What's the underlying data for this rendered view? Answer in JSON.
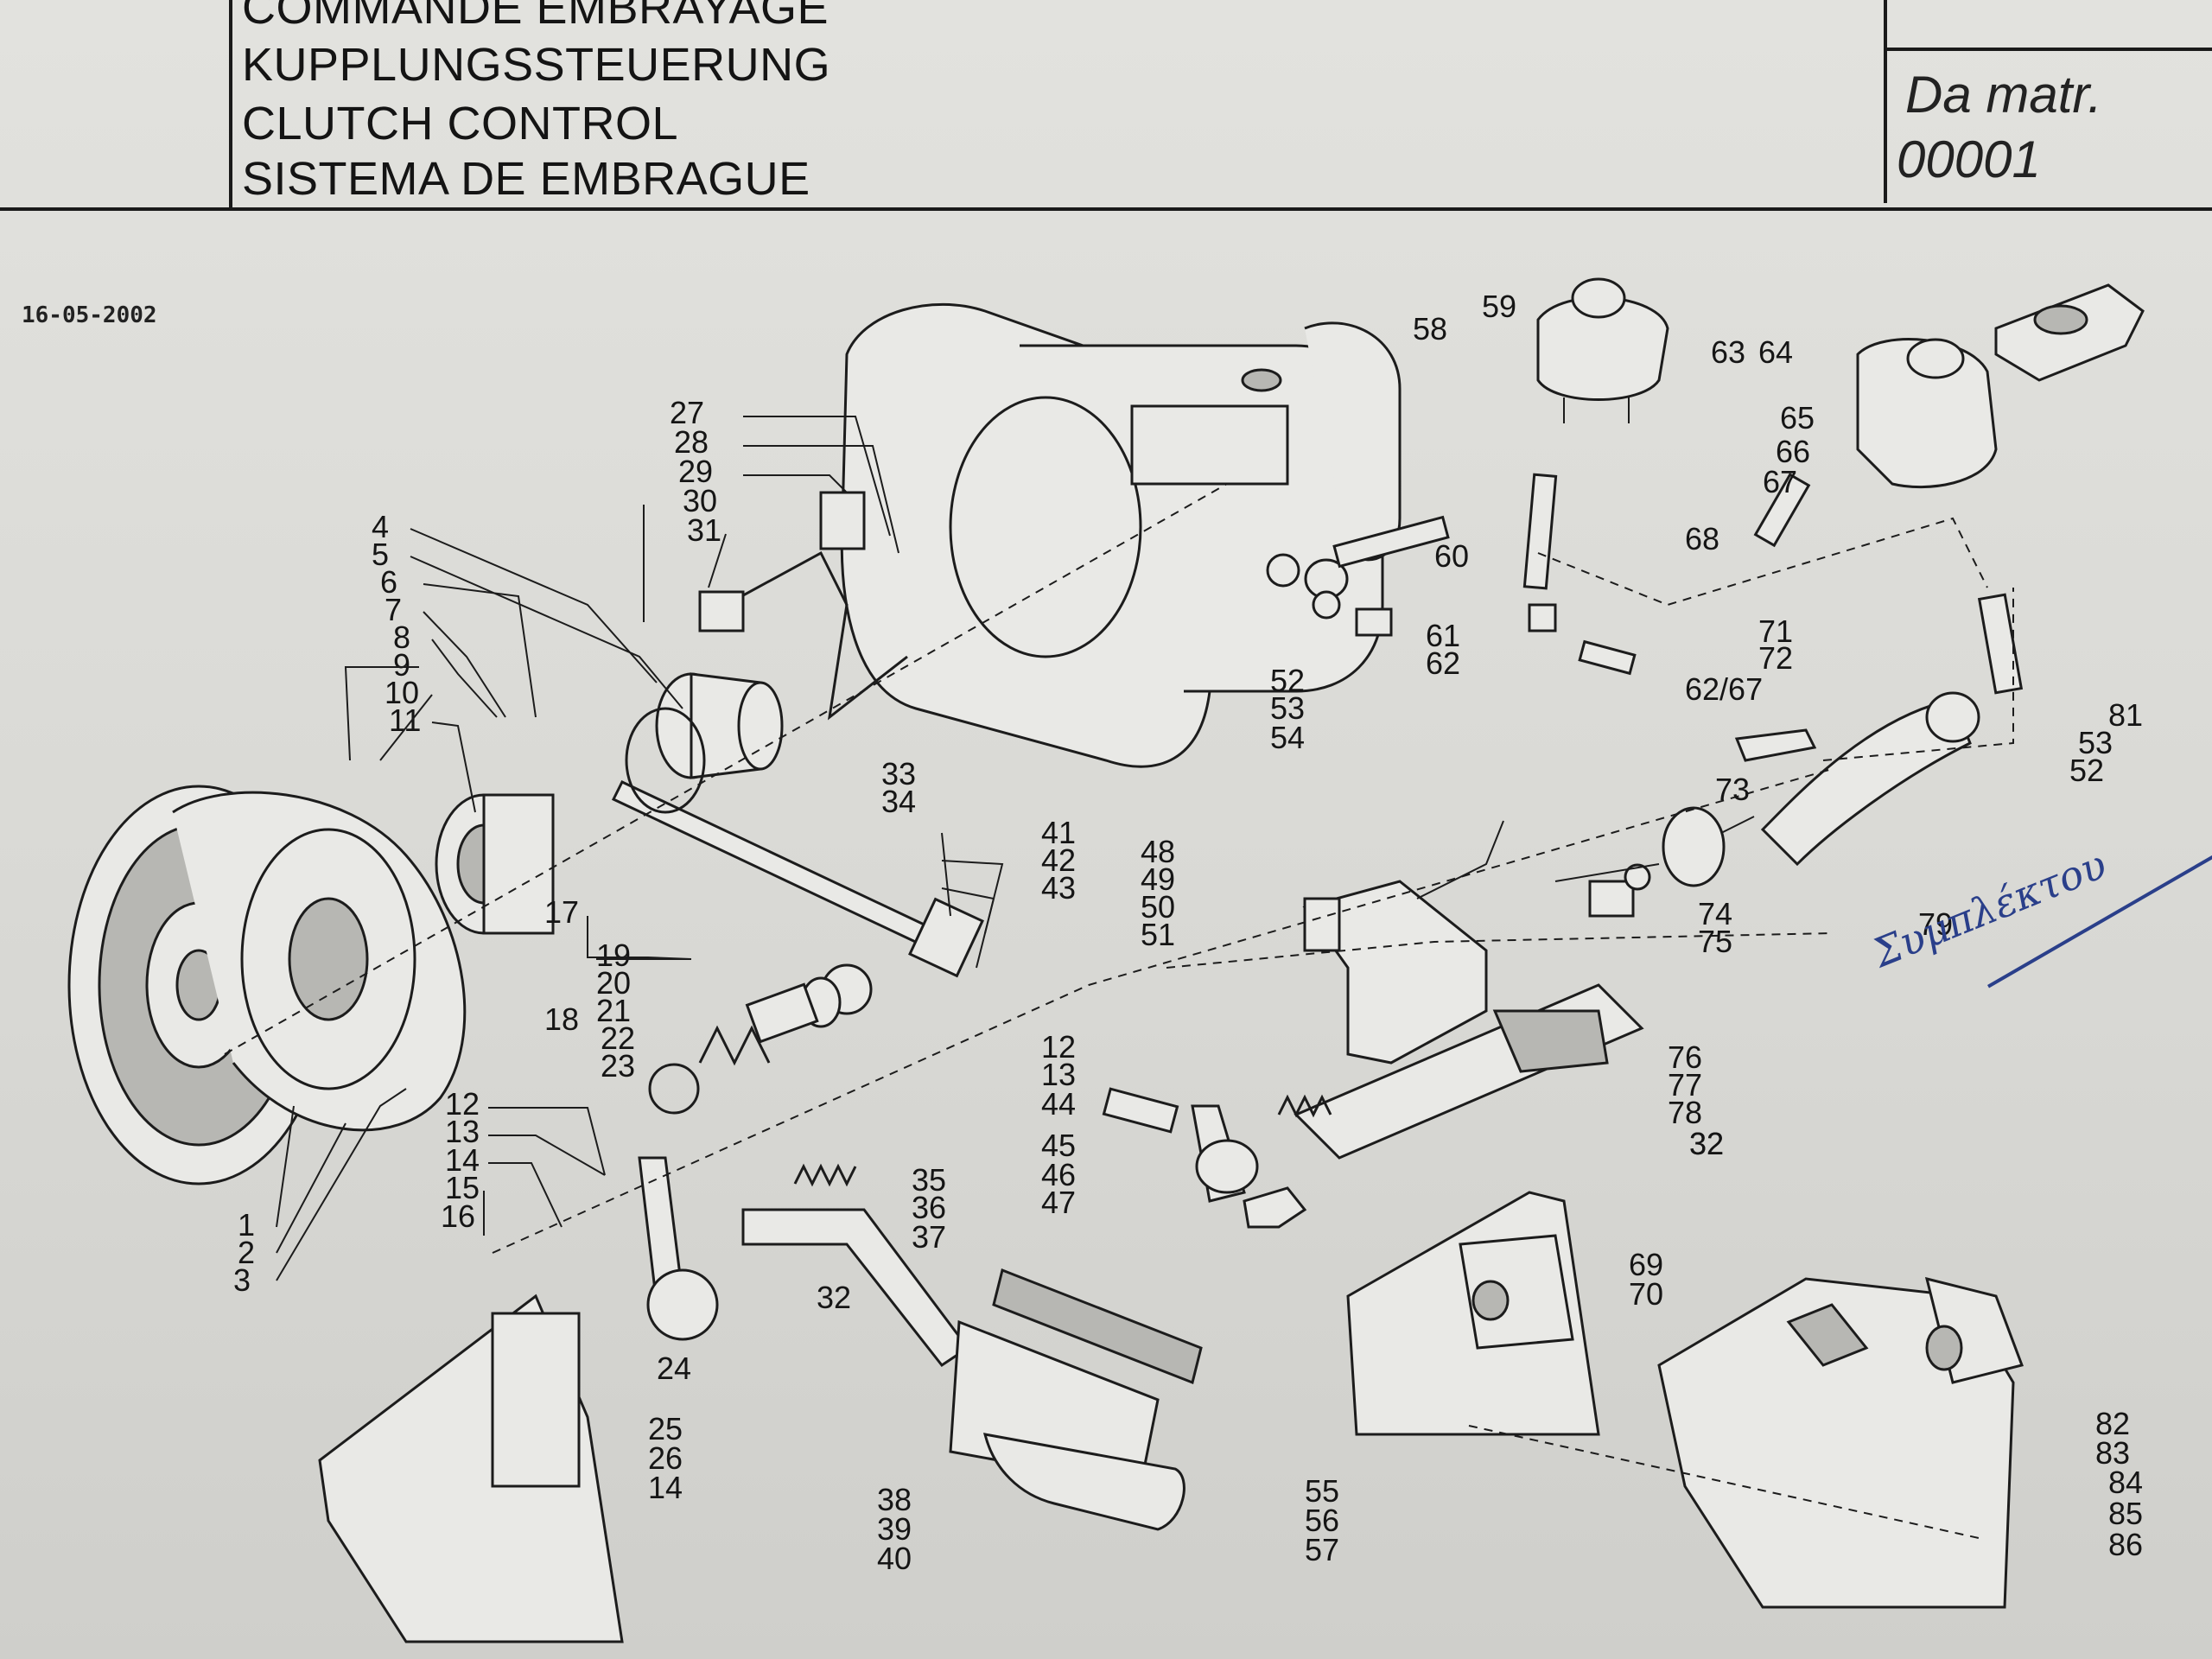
{
  "header": {
    "titles": [
      "COMMANDE EMBRAYAGE",
      "KUPPLUNGSSTEUERUNG",
      "CLUTCH CONTROL",
      "SISTEMA DE EMBRAGUE"
    ],
    "serial_label": "Da matr.",
    "serial_value": "00001"
  },
  "date": "16-05-2002",
  "handwritten_note": "Συμπλέκτου",
  "callouts": [
    "1",
    "2",
    "3",
    "4",
    "5",
    "6",
    "7",
    "8",
    "9",
    "10",
    "11",
    "12",
    "13",
    "14",
    "15",
    "16",
    "17",
    "18",
    "19",
    "20",
    "21",
    "22",
    "23",
    "24",
    "25",
    "26",
    "14",
    "27",
    "28",
    "29",
    "30",
    "31",
    "32",
    "33",
    "34",
    "35",
    "36",
    "37",
    "38",
    "39",
    "40",
    "41",
    "42",
    "43",
    "44",
    "45",
    "46",
    "47",
    "48",
    "49",
    "50",
    "51",
    "12",
    "13",
    "32",
    "52",
    "53",
    "54",
    "55",
    "56",
    "57",
    "58",
    "59",
    "60",
    "61",
    "62",
    "63",
    "64",
    "65",
    "66",
    "67",
    "68",
    "69",
    "70",
    "71",
    "72",
    "62/67",
    "73",
    "74",
    "75",
    "76",
    "77",
    "78",
    "32",
    "79",
    "81",
    "53",
    "52",
    "82",
    "83",
    "84",
    "85",
    "86"
  ]
}
